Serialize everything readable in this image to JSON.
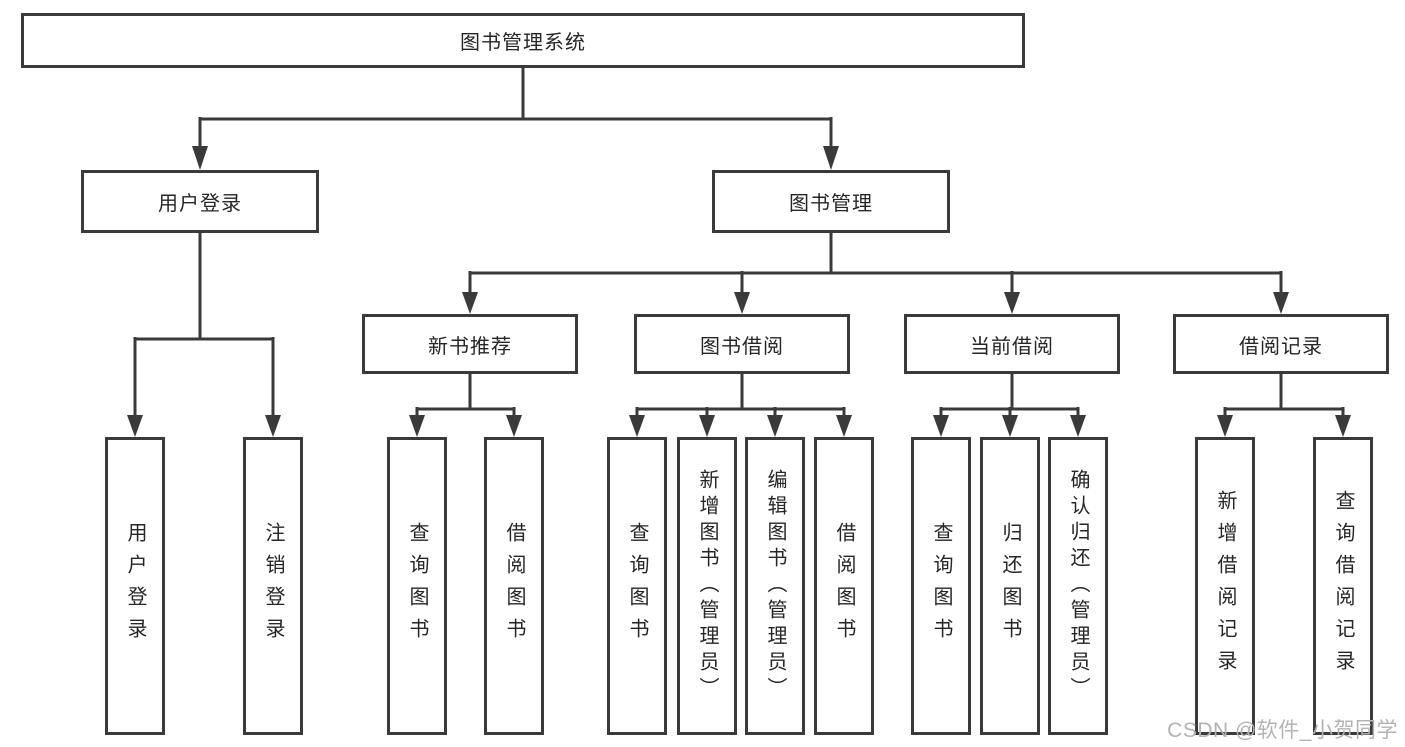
{
  "watermark": {
    "text": "CSDN @软件_小贺同学"
  },
  "colors": {
    "line": "#3a3a3a",
    "text": "#262626",
    "watermark": "#b3b3b3",
    "background": "#ffffff"
  },
  "tree": {
    "label": "图书管理系统",
    "children": [
      {
        "label": "用户登录",
        "children": [
          {
            "label": "用户登录"
          },
          {
            "label": "注销登录"
          }
        ]
      },
      {
        "label": "图书管理",
        "children": [
          {
            "label": "新书推荐",
            "children": [
              {
                "label": "查询图书"
              },
              {
                "label": "借阅图书"
              }
            ]
          },
          {
            "label": "图书借阅",
            "children": [
              {
                "label": "查询图书"
              },
              {
                "label": "新增图书（管理员）"
              },
              {
                "label": "编辑图书（管理员）"
              },
              {
                "label": "借阅图书"
              }
            ]
          },
          {
            "label": "当前借阅",
            "children": [
              {
                "label": "查询图书"
              },
              {
                "label": "归还图书"
              },
              {
                "label": "确认归还（管理员）"
              }
            ]
          },
          {
            "label": "借阅记录",
            "children": [
              {
                "label": "新增借阅记录"
              },
              {
                "label": "查询借阅记录"
              }
            ]
          }
        ]
      }
    ]
  }
}
